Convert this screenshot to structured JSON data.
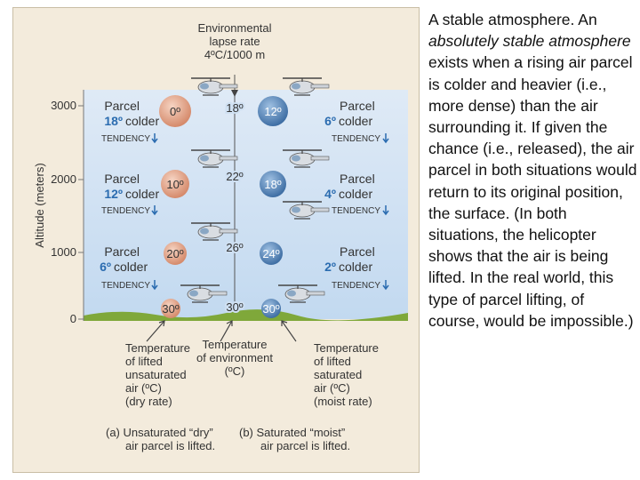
{
  "figure": {
    "env_header": [
      "Environmental",
      "lapse rate",
      "4ºC/1000 m"
    ],
    "y_axis_label": "Altitude (meters)",
    "y_ticks": [
      "3000",
      "2000",
      "1000",
      "0"
    ],
    "parcel_word": "Parcel",
    "tendency_word": "TENDENCY",
    "left_parcels": [
      {
        "temp": "0º",
        "colder": "18º",
        "colder_word": "colder"
      },
      {
        "temp": "10º",
        "colder": "12º",
        "colder_word": "colder"
      },
      {
        "temp": "20º",
        "colder": "6º",
        "colder_word": "colder"
      }
    ],
    "right_parcels": [
      {
        "temp": "12º",
        "colder": "6º",
        "colder_word": "colder"
      },
      {
        "temp": "18º",
        "colder": "4º",
        "colder_word": "colder"
      },
      {
        "temp": "24º",
        "colder": "2º",
        "colder_word": "colder"
      }
    ],
    "env_temps": [
      "18º",
      "22º",
      "26º",
      "30º"
    ],
    "surface_left_temp": "30º",
    "surface_right_temp": "30º",
    "label_left": [
      "Temperature",
      "of lifted",
      "unsaturated",
      "air  (ºC)",
      "(dry rate)"
    ],
    "label_mid": [
      "Temperature",
      "of environment",
      "(ºC)"
    ],
    "label_right": [
      "Temperature",
      "of lifted",
      "saturated",
      "air  (ºC)",
      "(moist rate)"
    ],
    "caption_a": [
      "(a) Unsaturated “dry”",
      "air parcel is lifted."
    ],
    "caption_b": [
      "(b)  Saturated “moist”",
      "air parcel is lifted."
    ],
    "colors": {
      "sky": "#c8def2",
      "dry_parcel": "#e3a98f",
      "moist_parcel": "#4f7fb3",
      "grass": "#7fa83a",
      "blue_text": "#2b6cb0"
    }
  },
  "caption": {
    "p1": "A stable atmosphere. An ",
    "em1": "absolutely stable atmosphere",
    "p2": " exists when a rising air parcel is colder and heavier (i.e., more dense) than the air surrounding it. If given the chance (i.e., released), the air parcel in both situations would return to its original position, the surface. (In both situations, the helicopter shows that the air is being lifted. In the real world, this type of parcel lifting, of course, would be impossible.)"
  }
}
